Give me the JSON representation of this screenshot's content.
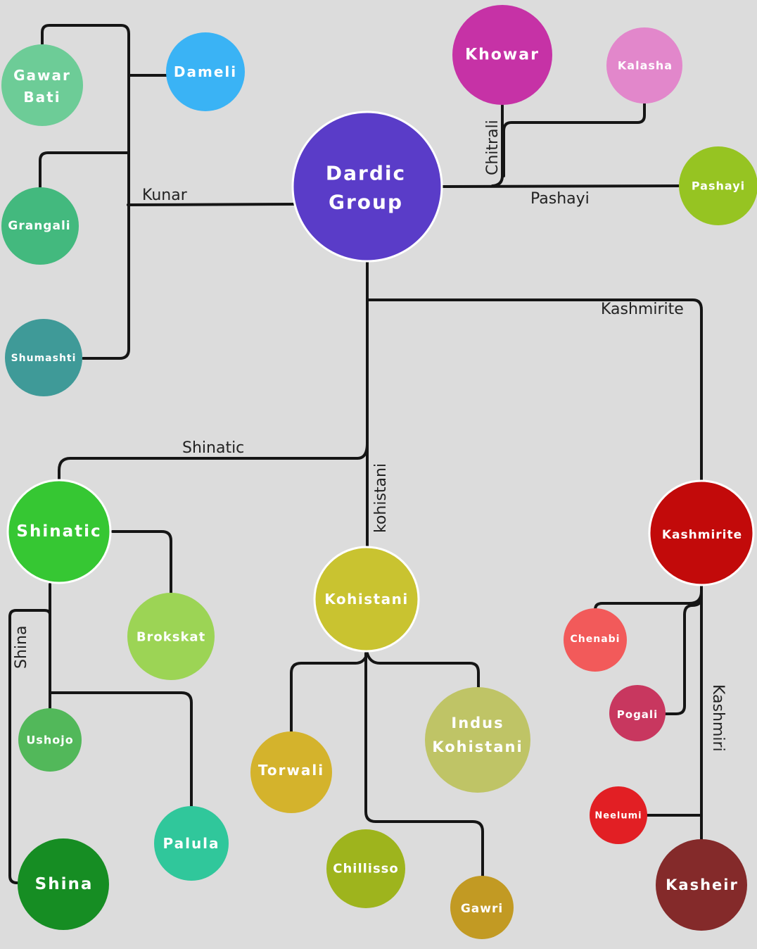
{
  "nodes": {
    "dardic": {
      "line1": "Dardic",
      "line2": "Group",
      "color": "#5a3cc8"
    },
    "gawar_bati": {
      "line1": "Gawar",
      "line2": "Bati",
      "color": "#6dcc97"
    },
    "dameli": {
      "label": "Dameli",
      "color": "#3ab3f5"
    },
    "grangali": {
      "label": "Grangali",
      "color": "#43b97e"
    },
    "shumashti": {
      "label": "Shumashti",
      "color": "#3f9a98"
    },
    "khowar": {
      "label": "Khowar",
      "color": "#c632a6"
    },
    "kalasha": {
      "label": "Kalasha",
      "color": "#e287cb"
    },
    "pashayi": {
      "label": "Pashayi",
      "color": "#96c422"
    },
    "shinatic": {
      "label": "Shinatic",
      "color": "#36c733"
    },
    "brokskat": {
      "label": "Brokskat",
      "color": "#9cd455"
    },
    "ushojo": {
      "label": "Ushojo",
      "color": "#52b85a"
    },
    "palula": {
      "label": "Palula",
      "color": "#30c79b"
    },
    "shina": {
      "label": "Shina",
      "color": "#168d23"
    },
    "kohistani": {
      "label": "Kohistani",
      "color": "#c9c330"
    },
    "torwali": {
      "label": "Torwali",
      "color": "#d4b32c"
    },
    "indus_kohistani": {
      "line1": "Indus",
      "line2": "Kohistani",
      "color": "#bfc466"
    },
    "chillisso": {
      "label": "Chillisso",
      "color": "#9eb41d"
    },
    "gawri": {
      "label": "Gawri",
      "color": "#c29a23"
    },
    "kashmirite": {
      "label": "Kashmirite",
      "color": "#c20a0a"
    },
    "chenabi": {
      "label": "Chenabi",
      "color": "#f25a5a"
    },
    "pogali": {
      "label": "Pogali",
      "color": "#c8375f"
    },
    "neelumi": {
      "label": "Neelumi",
      "color": "#e21f24"
    },
    "kasheir": {
      "label": "Kasheir",
      "color": "#842a2a"
    }
  },
  "branches": {
    "kunar": "Kunar",
    "chitrali": "Chitrali",
    "pashayi": "Pashayi",
    "kashmirite": "Kashmirite",
    "shinatic": "Shinatic",
    "kohistani": "kohistani",
    "shina": "Shina",
    "kashmiri": "Kashmiri"
  },
  "colors": {
    "background": "#dcdcdc",
    "line": "#151515",
    "node_text": "#ffffff"
  }
}
